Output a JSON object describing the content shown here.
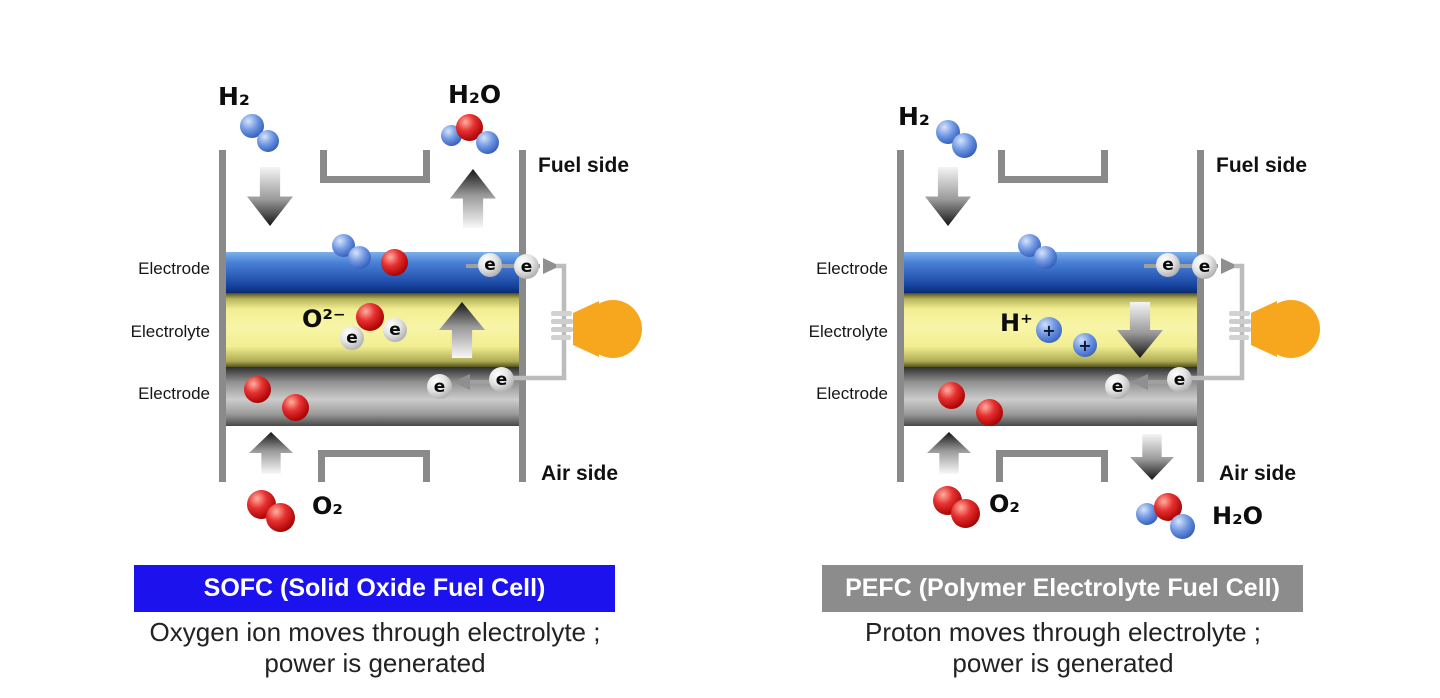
{
  "shared": {
    "electron": "e",
    "plus": "+"
  },
  "colors": {
    "banner_sofc": "#1b12ee",
    "banner_pefc": "#8c8c8c",
    "bulb": "#f6a71e",
    "wall_gray": "#8a8a8a",
    "electrode_top_band": "#2b5cb8",
    "electrolyte_band": "#f4f095",
    "electrode_bottom_band": "#9a9a9a"
  },
  "sofc": {
    "hydrogen": "H₂",
    "water": "H₂O",
    "fuel_side": "Fuel side",
    "air_side": "Air side",
    "electrode_top": "Electrode",
    "electrolyte": "Electrolyte",
    "electrode_bottom": "Electrode",
    "ion": "O²⁻",
    "oxygen": "O₂",
    "banner": "SOFC (Solid Oxide Fuel Cell)",
    "caption_line1": "Oxygen ion moves through electrolyte ;",
    "caption_line2": "power is generated"
  },
  "pefc": {
    "hydrogen": "H₂",
    "water": "H₂O",
    "fuel_side": "Fuel side",
    "air_side": "Air side",
    "electrode_top": "Electrode",
    "electrolyte": "Electrolyte",
    "electrode_bottom": "Electrode",
    "ion": "H⁺",
    "oxygen": "O₂",
    "banner": "PEFC (Polymer Electrolyte Fuel Cell)",
    "caption_line1": "Proton moves through electrolyte ;",
    "caption_line2": "power is generated"
  }
}
